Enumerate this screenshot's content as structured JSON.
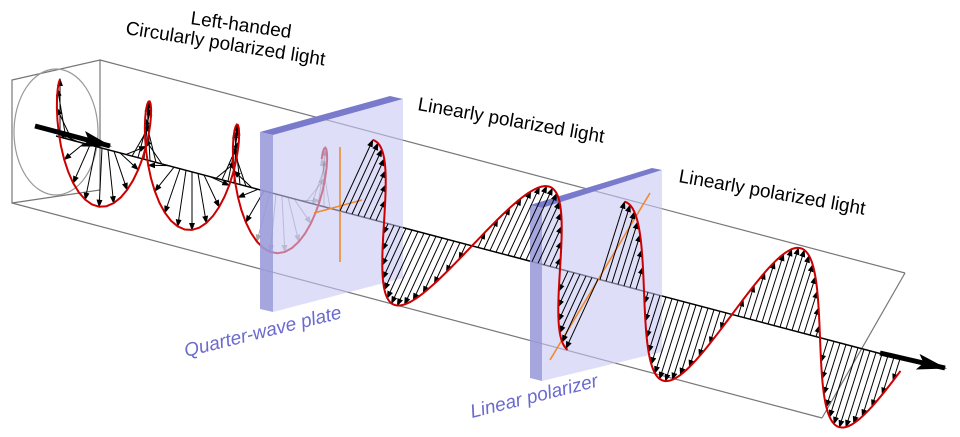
{
  "labels": {
    "left_handed": "Left-handed",
    "circular": "Circularly polarized light",
    "linear1": "Linearly polarized light",
    "linear2": "Linearly polarized light",
    "quarter_wave_plate": "Quarter-wave plate",
    "linear_polarizer": "Linear polarizer"
  },
  "colors": {
    "wave_envelope": "#cc0000",
    "plate_face": "#c8c8f4",
    "plate_edge": "#7a7acc",
    "axis_orange": "#f08a30",
    "label_blue": "#6a6ad0"
  }
}
